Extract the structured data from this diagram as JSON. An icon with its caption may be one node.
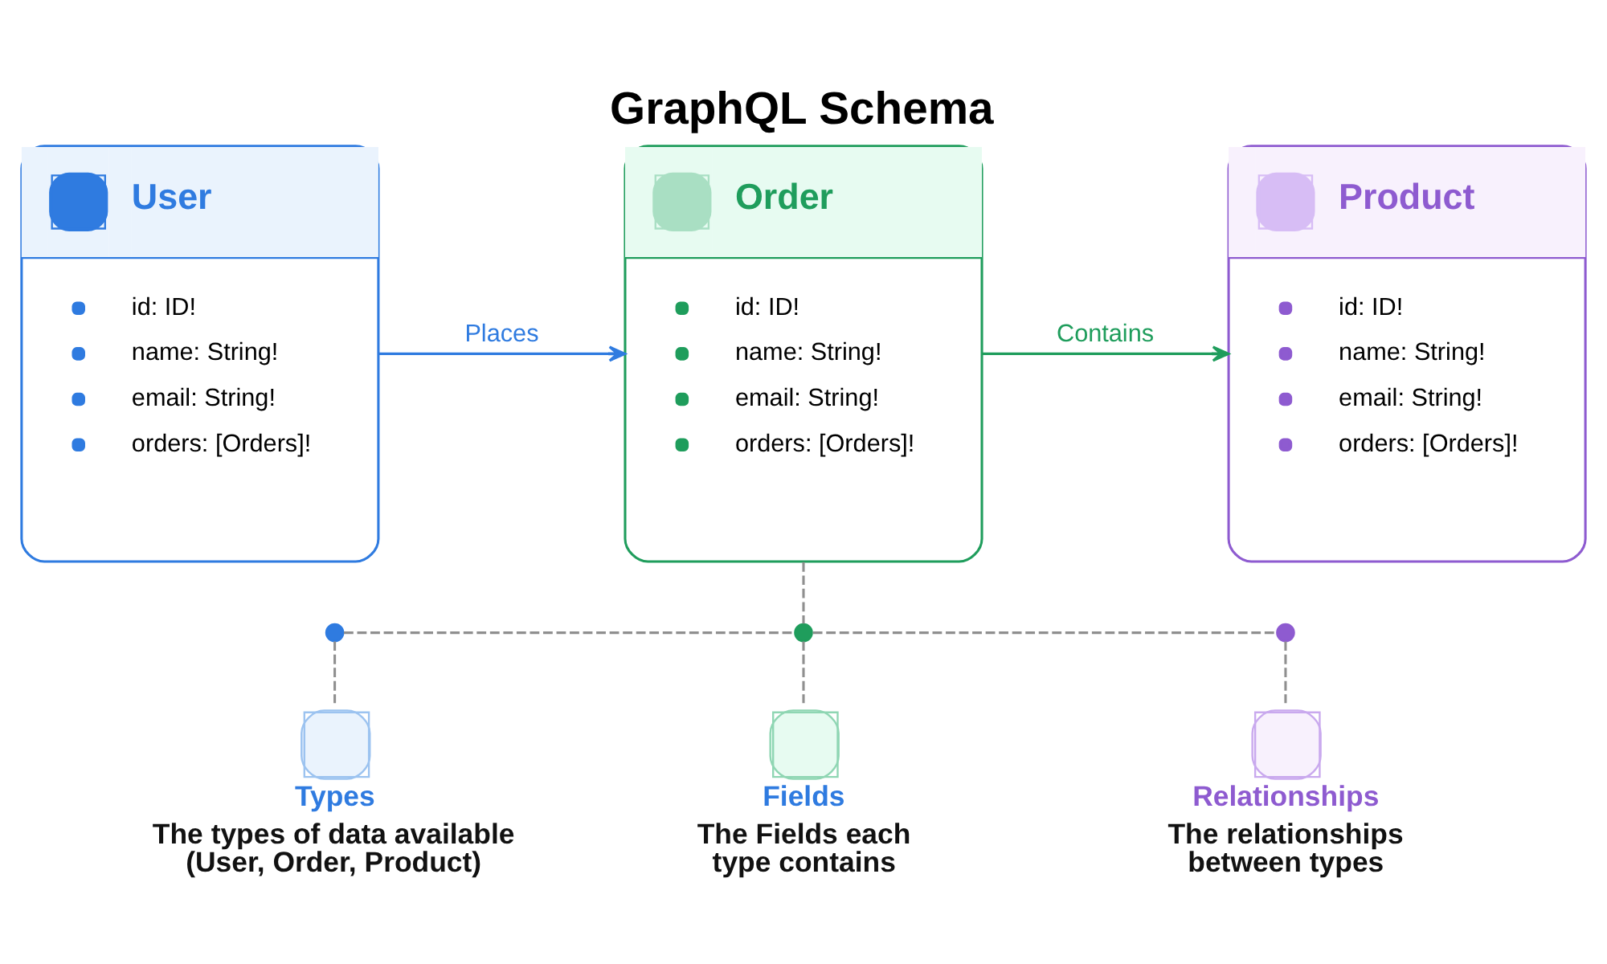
{
  "diagram": {
    "title": "GraphQL Schema",
    "nodes": [
      {
        "text": [
          "User",
          "id: ID!",
          "name: String!",
          "email: String!",
          "orders: [Orders]!"
        ]
      },
      {
        "text": [
          "Order",
          "id: ID!",
          "name: String!",
          "email: String!",
          "orders: [Orders]!"
        ]
      },
      {
        "text": [
          "Product",
          "id: ID!",
          "name: String!",
          "email: String!",
          "orders: [Orders]!"
        ]
      },
      {
        "text": [],
        "shape": "circle"
      },
      {
        "text": [],
        "shape": "circle"
      },
      {
        "text": [],
        "shape": "circle"
      },
      {
        "text": [
          "Types",
          "The types of data available (User, Order, Product)"
        ]
      },
      {
        "text": [
          "Fields",
          "The Fields each type contains"
        ]
      },
      {
        "text": [
          "Relationships",
          "The relationships between types"
        ]
      }
    ],
    "edges": [
      {
        "from": 0,
        "to": 1,
        "arrow": "to",
        "label": "Places",
        "color": "#2f7be0"
      },
      {
        "from": 1,
        "to": 2,
        "arrow": "to",
        "label": "Contains",
        "color": "#1f9d5c"
      },
      {
        "from": 1,
        "to": 4,
        "arrow": "none",
        "style": "dashed"
      },
      {
        "from": 3,
        "to": 4,
        "arrow": "none",
        "style": "dashed"
      },
      {
        "from": 4,
        "to": 5,
        "arrow": "none",
        "style": "dashed"
      },
      {
        "from": 3,
        "to": 6,
        "arrow": "none",
        "style": "dashed"
      },
      {
        "from": 4,
        "to": 7,
        "arrow": "none",
        "style": "dashed"
      },
      {
        "from": 5,
        "to": 8,
        "arrow": "none",
        "style": "dashed"
      }
    ]
  }
}
